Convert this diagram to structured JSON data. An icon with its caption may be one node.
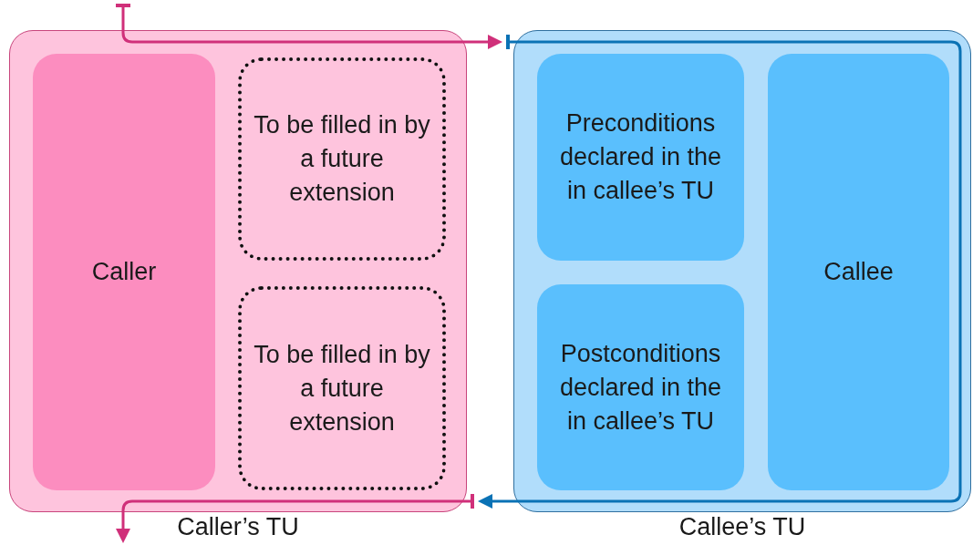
{
  "diagram": {
    "nodes": [
      {
        "text": [
          "Caller’s TU"
        ]
      },
      {
        "text": [
          "Caller"
        ],
        "in": 0
      },
      {
        "text": [
          "To be filled in by a future extension"
        ],
        "in": 0
      },
      {
        "text": [
          "To be filled in by a future extension"
        ],
        "in": 0
      },
      {
        "text": [
          "Callee’s TU"
        ]
      },
      {
        "text": [
          "Preconditions declared in the in callee’s TU"
        ],
        "in": 4
      },
      {
        "text": [
          "Postconditions declared in the in callee’s TU"
        ],
        "in": 4
      },
      {
        "text": [
          "Callee"
        ],
        "in": 4
      }
    ],
    "edges": [
      {
        "from": null,
        "to": 4,
        "arrow": "to"
      },
      {
        "from": 4,
        "to": 0,
        "arrow": "to",
        "color": "#0a72b5"
      },
      {
        "from": 0,
        "to": null,
        "arrow": "to"
      }
    ]
  }
}
